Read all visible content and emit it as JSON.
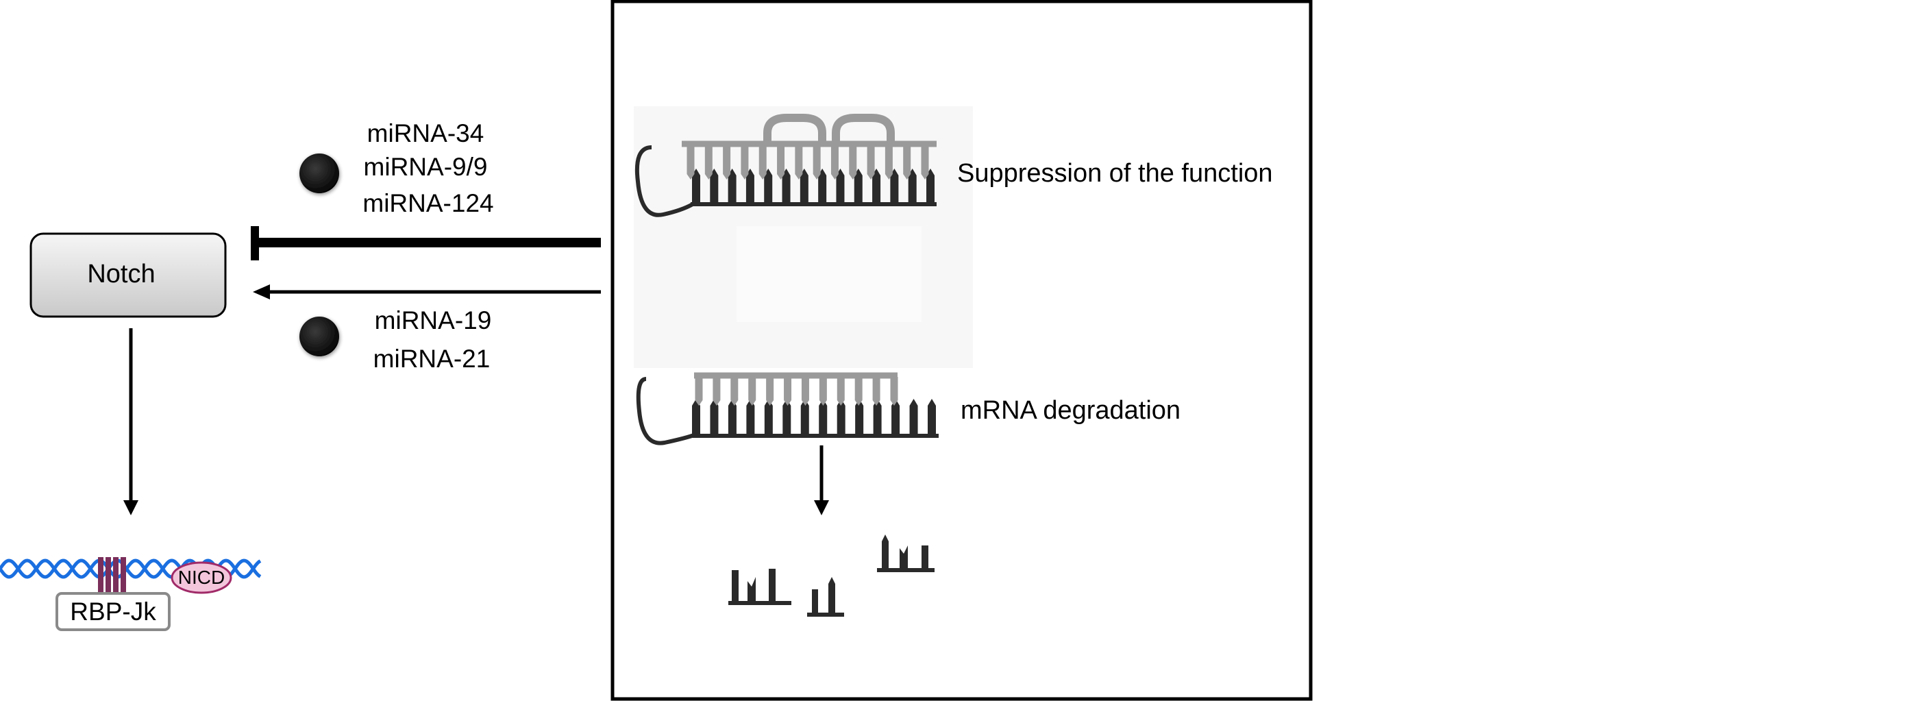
{
  "notch_box": {
    "label": "Notch"
  },
  "inhibition_group": {
    "mirnas": [
      "miRNA-34",
      "miRNA-9/9",
      "miRNA-124"
    ]
  },
  "activation_group": {
    "mirnas": [
      "miRNA-19",
      "miRNA-21"
    ]
  },
  "dna_complex": {
    "rbp_label": "RBP-Jk",
    "nicd_label": "NICD"
  },
  "mechanism_panel": {
    "suppression_label": "Suppression of the function",
    "degradation_label": "mRNA degradation"
  },
  "colors": {
    "dna_helix": "#1a6fe0",
    "nicd_fill": "#f3c6dc",
    "nicd_stroke": "#a02a68",
    "binding_bars": "#7a2e5a",
    "mirna_strand": "#9a9a9a",
    "mrna_strand": "#2a2a2a",
    "notch_gradient_top": "#f6f6f6",
    "notch_gradient_bottom": "#c9c9c9"
  }
}
